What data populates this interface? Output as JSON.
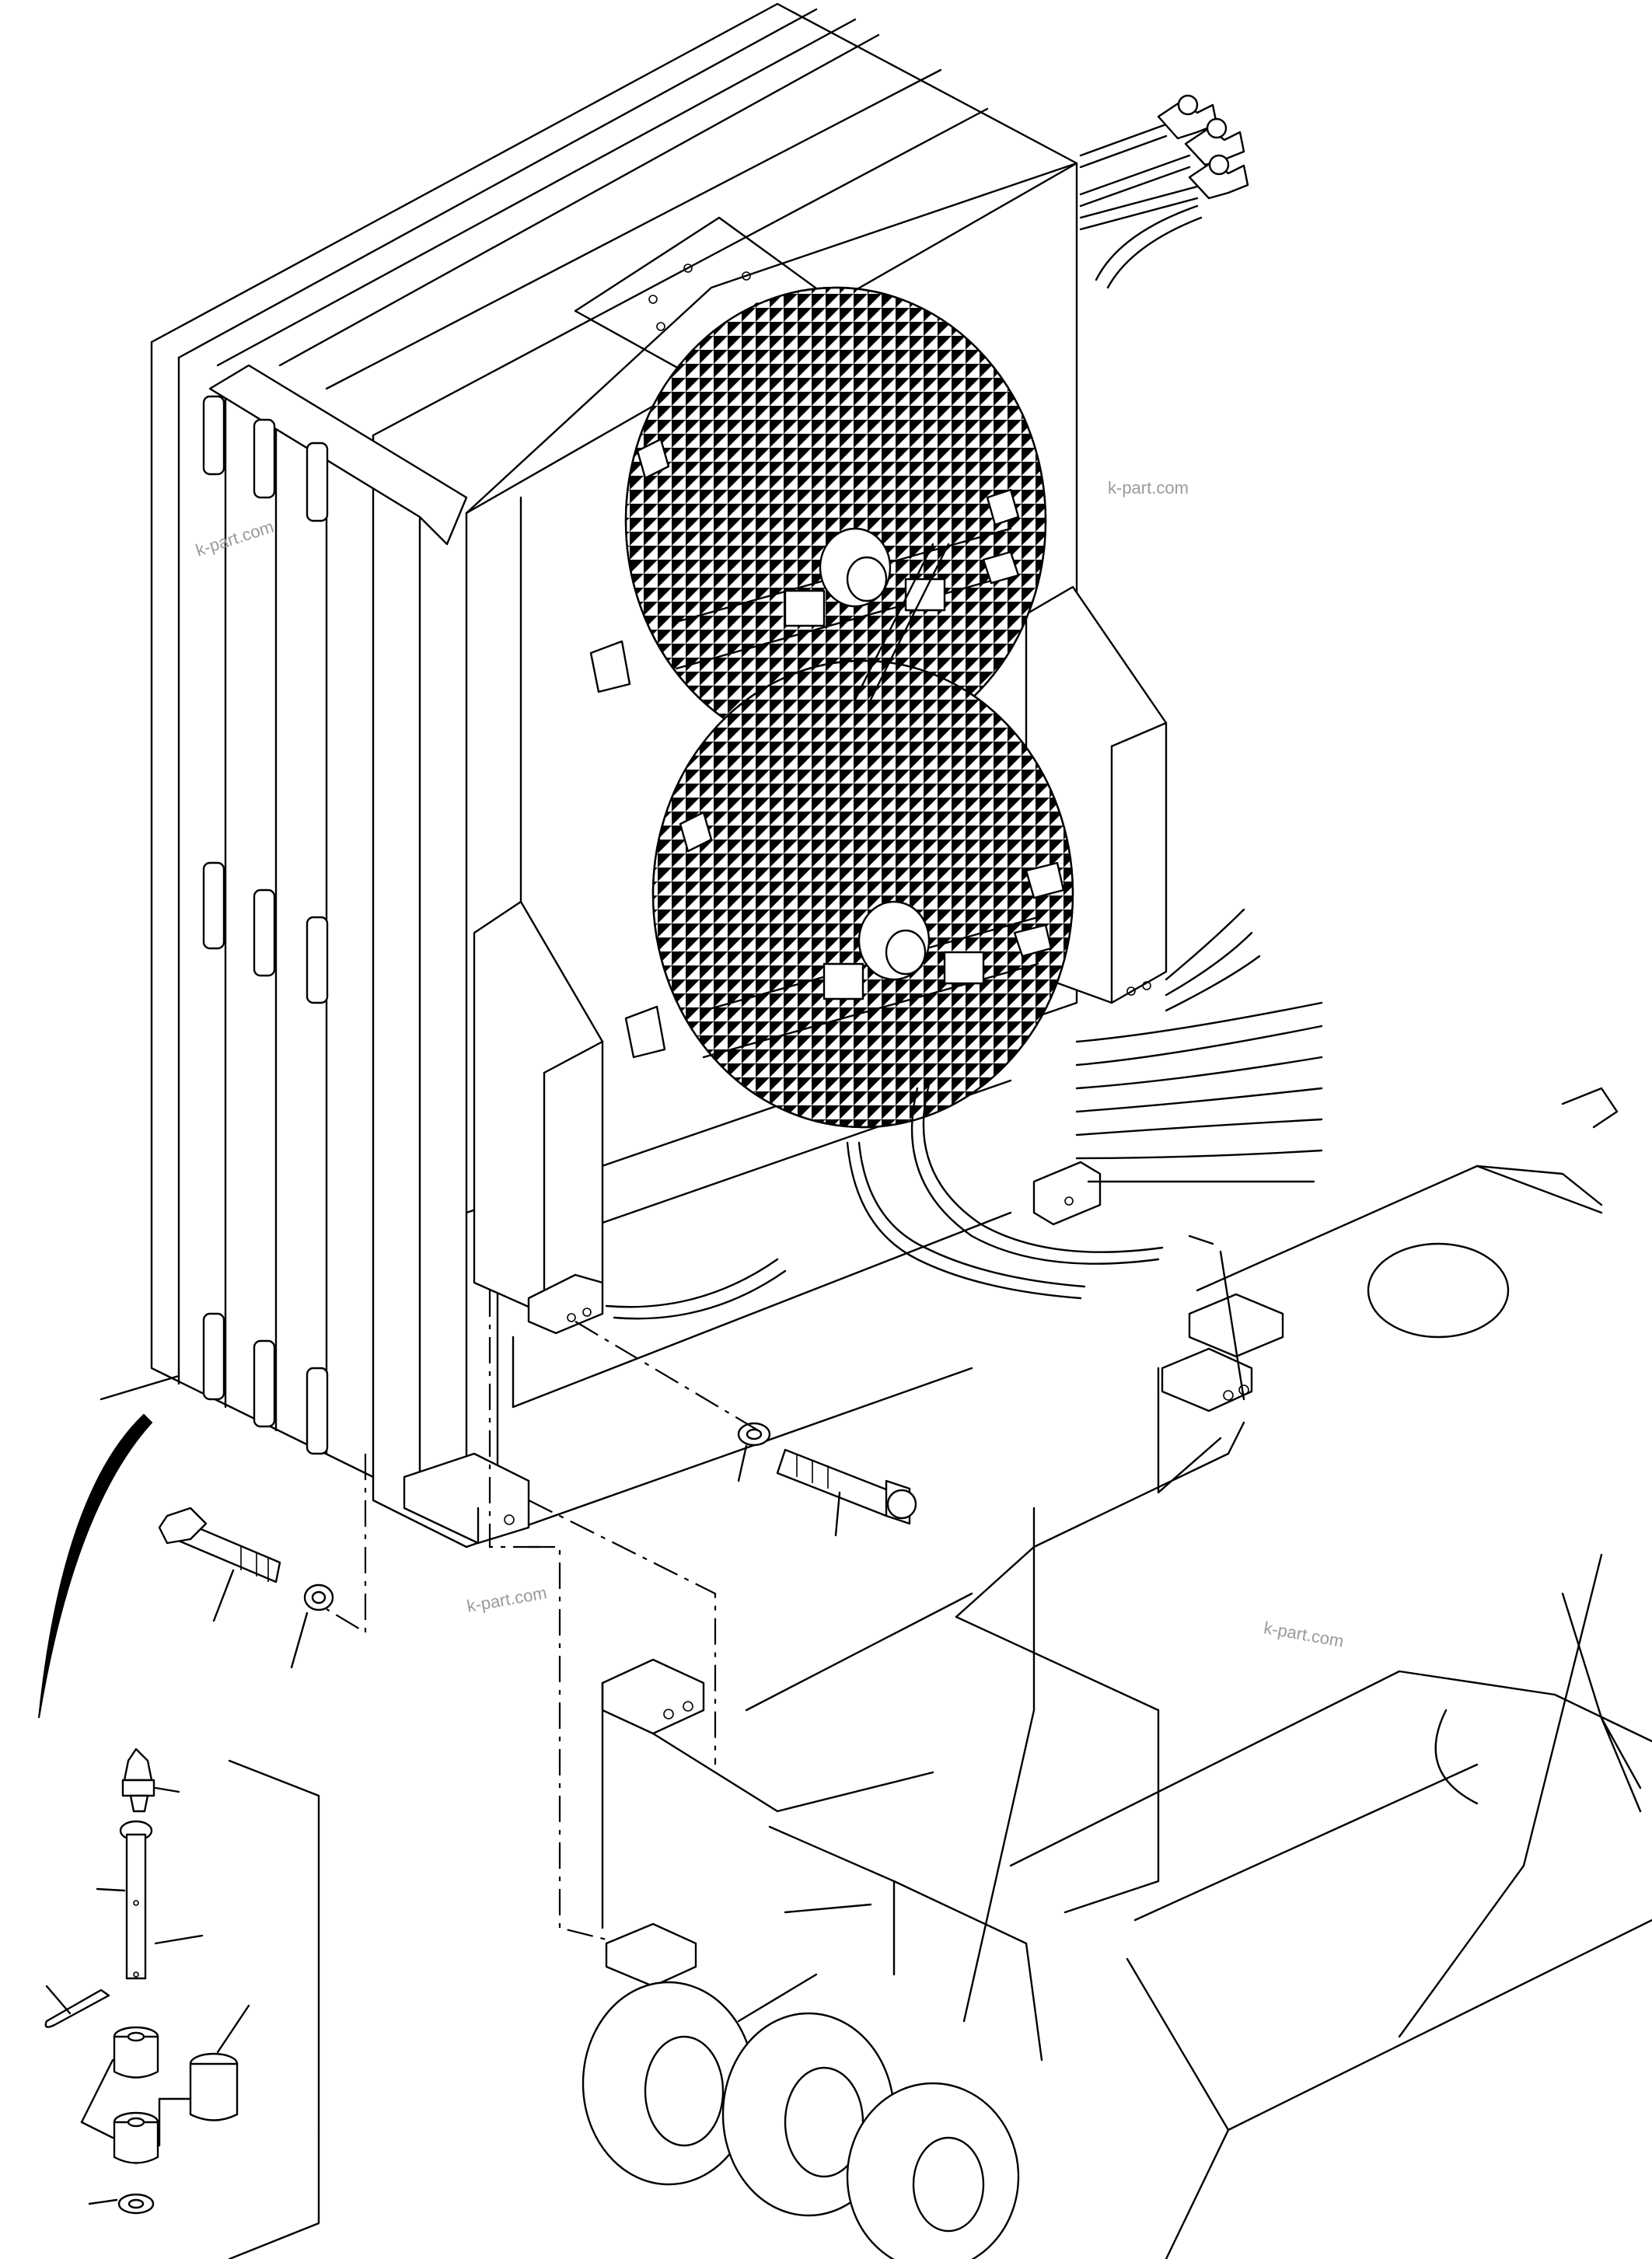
{
  "diagram": {
    "watermark_text": "k-part.com",
    "watermark_count": 4,
    "line_color": "#000000",
    "watermark_color": "#9a9a9a",
    "background_color": "#ffffff",
    "parts": [
      "radiator-core",
      "cooling-fan-upper",
      "cooling-fan-lower",
      "hydraulic-hose-fittings",
      "mounting-bolt-right",
      "mounting-bolt-left",
      "washer",
      "frame-bracket",
      "hinge-pin-assembly"
    ]
  }
}
